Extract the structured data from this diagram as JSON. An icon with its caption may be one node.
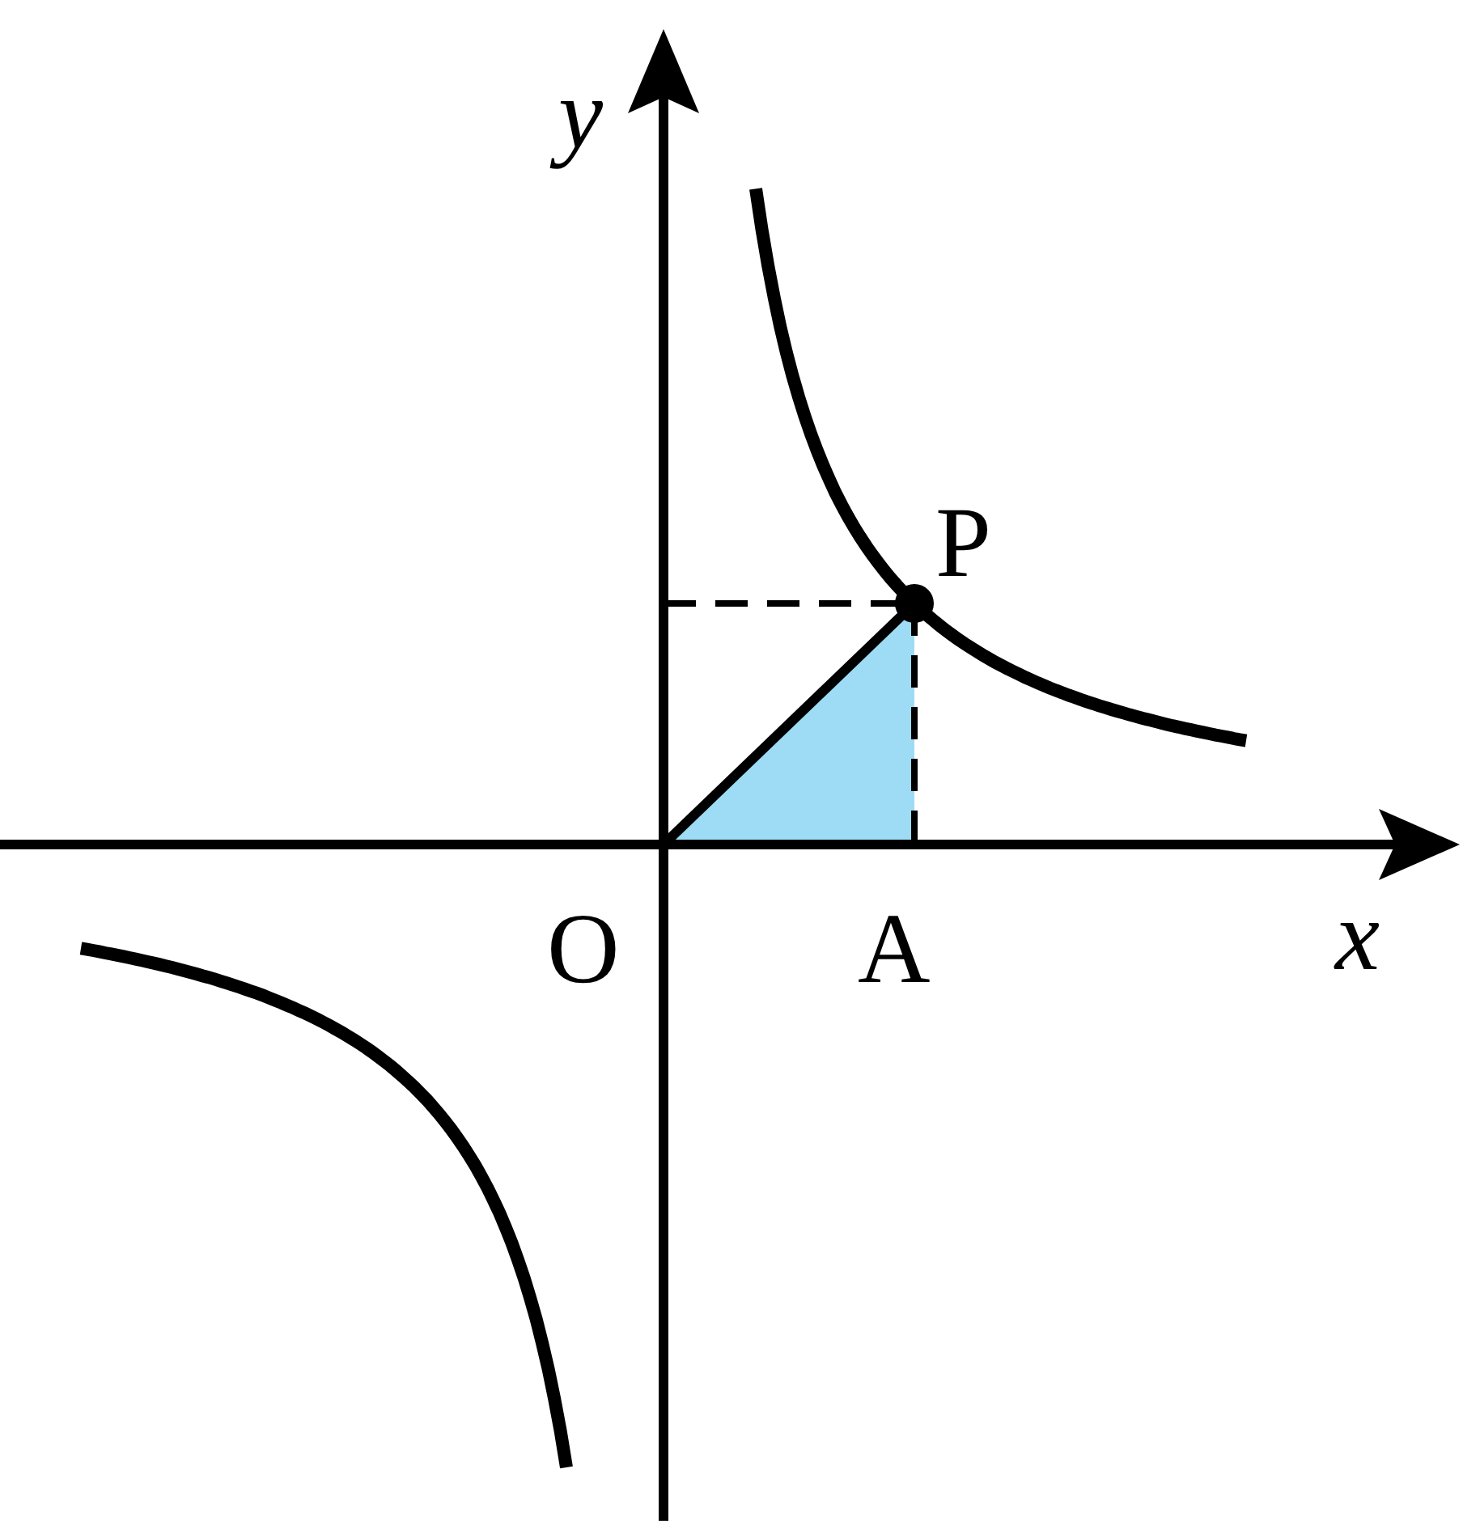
{
  "diagram": {
    "labels": [
      "y",
      "P",
      "O",
      "A",
      "x"
    ]
  }
}
